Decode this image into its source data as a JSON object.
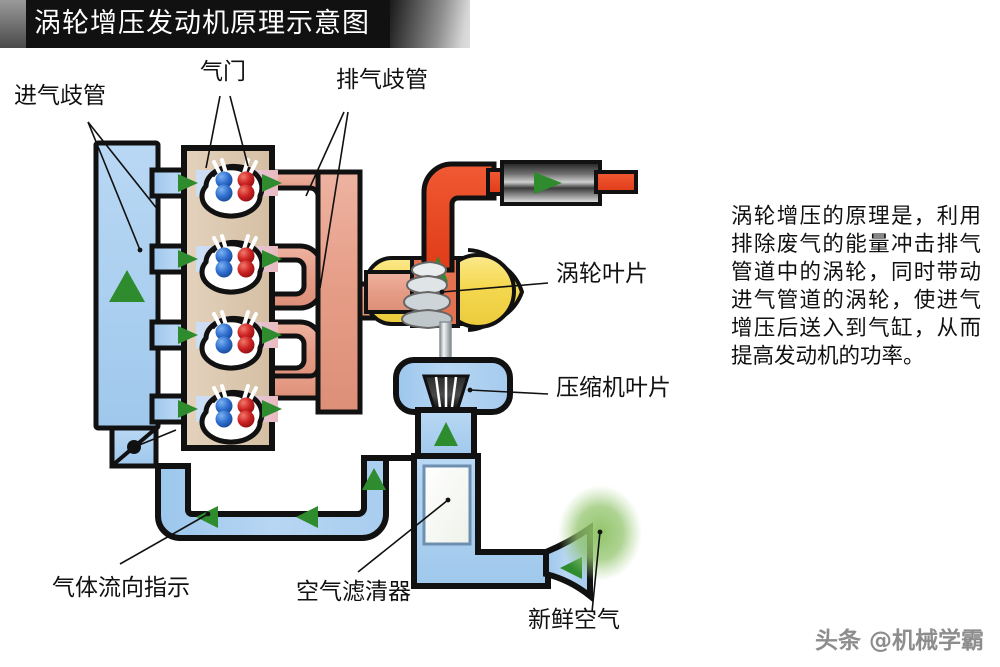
{
  "banner": {
    "title": "涡轮增压发动机原理示意图"
  },
  "description": {
    "text": "涡轮增压的原理是，利用排除废气的能量冲击排气管道中的涡轮，同时带动进气管道的涡轮，使进气增压后送入到气缸，从而提高发动机的功率。"
  },
  "labels": {
    "intake_manifold": "进气歧管",
    "valves": "气门",
    "exhaust_manifold": "排气歧管",
    "turbine_blade": "涡轮叶片",
    "compressor_blade": "压缩机叶片",
    "gas_flow_indicator": "气体流向指示",
    "air_filter": "空气滤清器",
    "fresh_air": "新鲜空气"
  },
  "watermark": {
    "text": "头条 @机械学霸"
  },
  "colors": {
    "intake_blue": "#aed0f0",
    "intake_blue_light": "#c7dff5",
    "exhaust_pink": "#e8a18d",
    "exhaust_red": "#e8452a",
    "engine_block_beige": "#ddc9b0",
    "arrow_green": "#2e8b2e",
    "fresh_air_green": "#8cc163",
    "turbo_yellow": "#f5d74e",
    "valve_blue": "#2f6fd0",
    "valve_red": "#cc2222",
    "outline": "#111111",
    "banner_black": "#111111",
    "watermark_gray": "#8d8d8d"
  },
  "diagram": {
    "cylinder_count": 4,
    "components": [
      "intake-manifold",
      "engine-block",
      "cylinder-heads",
      "exhaust-manifold",
      "turbocharger",
      "turbine-housing",
      "compressor-housing",
      "muffler",
      "exhaust-tailpipe",
      "air-filter",
      "intake-trumpet",
      "fresh-air-cloud"
    ],
    "flow_arrows": {
      "intake_direction": "up-and-left",
      "exhaust_direction": "right-and-up"
    }
  }
}
